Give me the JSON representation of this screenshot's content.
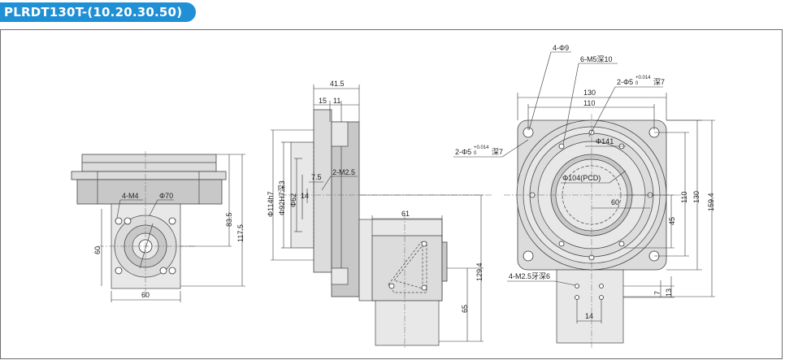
{
  "title": "PLRDT130T-(10.20.30.50)",
  "colors": {
    "badge": "#1f8fd6",
    "frame": "#6d6d6d"
  },
  "view_left": {
    "label_m4": "4-M4",
    "label_phi70": "Φ70",
    "dim_bottom": "60",
    "dim_left": "60",
    "dim_h1": "83.5",
    "dim_h2": "117.5"
  },
  "view_side": {
    "dim_top": "41.5",
    "dim_15": "15",
    "dim_11": "11",
    "dim_phi114": "Φ114h7",
    "dim_phi92": "Φ92H7深3",
    "dim_phi62": "Φ62",
    "dim_7_5": "7.5",
    "dim_14": "14",
    "label_m2_5": "2-M2.5",
    "dim_61": "61",
    "dim_65": "65",
    "dim_129_4": "129.4"
  },
  "view_front": {
    "label_4phi9": "4-Φ9",
    "label_6m5": "6-M5深10",
    "label_2phi5_a": "2-Φ5",
    "label_2phi5_b": "2-Φ5",
    "tol_upper": "+0.014",
    "tol_lower": "0",
    "depth_7": "深7",
    "dim_130": "130",
    "dim_110": "110",
    "label_phi141": "Φ141",
    "label_pcd": "Φ104(PCD)",
    "dim_60": "60",
    "dim_45": "45",
    "dim_110_v": "110",
    "dim_130_v": "130",
    "dim_159_4": "159.4",
    "label_m2_5": "4-M2.5牙深6",
    "dim_7": "7",
    "dim_13": "13",
    "dim_14": "14"
  }
}
